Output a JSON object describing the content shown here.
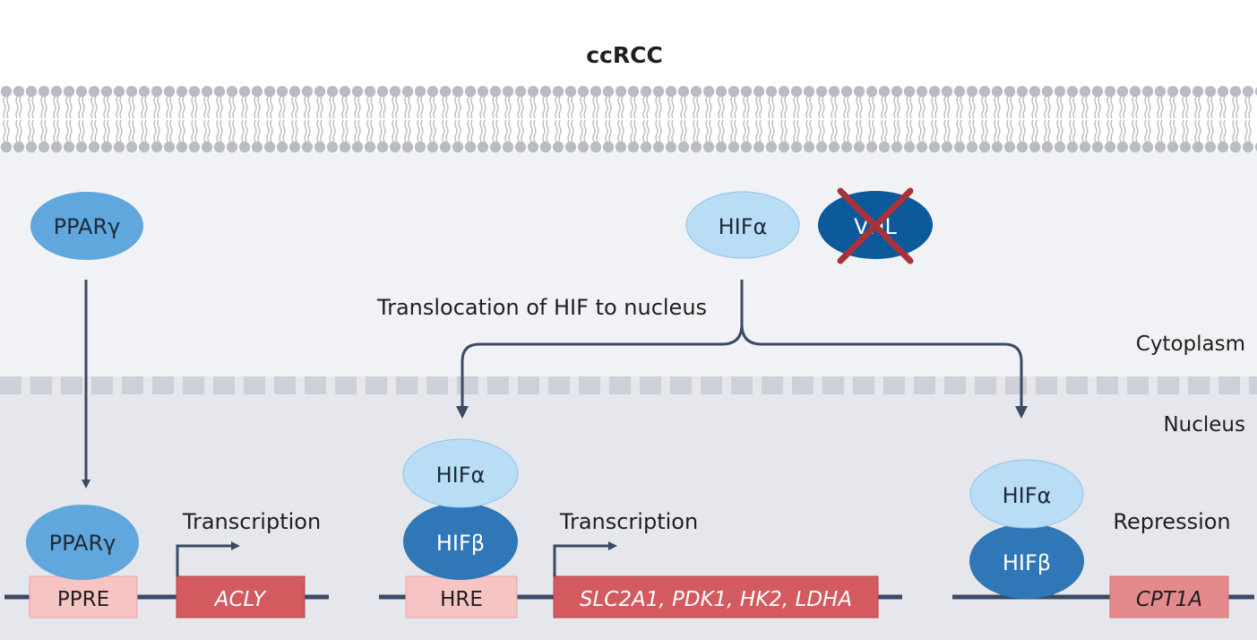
{
  "title": "ccRCC",
  "compartments": {
    "cytoplasm": "Cytoplasm",
    "nucleus": "Nucleus"
  },
  "proteins": {
    "ppar_top": "PPARγ",
    "ppar_bound": "PPARγ",
    "hif_alpha_top": "HIFα",
    "vhl": "VHL",
    "hif_alpha_middle": "HIFα",
    "hif_beta_middle": "HIFβ",
    "hif_alpha_right": "HIFα",
    "hif_beta_right": "HIFβ"
  },
  "elements": {
    "ppre": "PPRE",
    "hre": "HRE"
  },
  "genes": {
    "acly": "ACLY",
    "slc_group": "SLC2A1, PDK1, HK2, LDHA",
    "cpt1a": "CPT1A"
  },
  "labels": {
    "translocation": "Translocation of HIF to nucleus",
    "transcription_left": "Transcription",
    "transcription_middle": "Transcription",
    "repression": "Repression"
  },
  "colors": {
    "membrane": "#b9bcc3",
    "cytoplasm_bg": "#f1f2f5",
    "nucleus_bg": "#e6e7ec",
    "envelope": "#cdd0d8",
    "protein_mid": "#5fa7dc",
    "protein_light": "#b9ddf5",
    "protein_dark": "#2f77b6",
    "vhl": "#0c5a9b",
    "cross": "#a8323a",
    "dna": "#3a4a63",
    "response_element": "#f7c4c4",
    "gene_box": "#d35a5e",
    "cpt1a_box": "#e48a8d",
    "arrow": "#3a4a63"
  }
}
